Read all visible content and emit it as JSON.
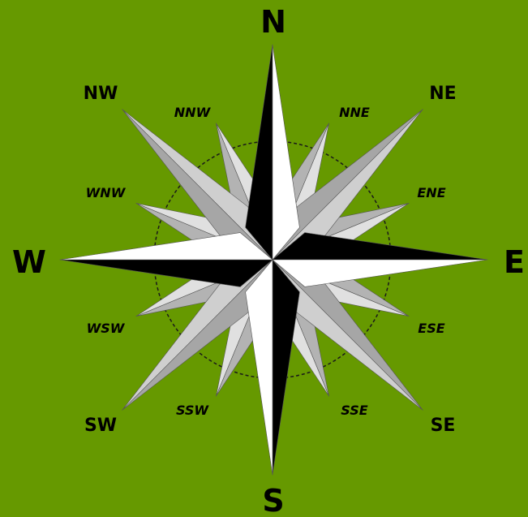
{
  "colors": {
    "background": "#669900",
    "text": "#000000",
    "point_dark": "#000000",
    "point_light": "#ffffff",
    "secondary_dark": "#a6a6a6",
    "secondary_light": "#cfcfcf",
    "tertiary_dark": "#b3b3b3",
    "tertiary_light": "#e0e0e0",
    "ring": "#1a1a1a"
  },
  "directions": {
    "N": "N",
    "E": "E",
    "S": "S",
    "W": "W",
    "NE": "NE",
    "SE": "SE",
    "SW": "SW",
    "NW": "NW",
    "NNE": "NNE",
    "ENE": "ENE",
    "ESE": "ESE",
    "SSE": "SSE",
    "SSW": "SSW",
    "WSW": "WSW",
    "WNW": "WNW",
    "NNW": "NNW"
  }
}
